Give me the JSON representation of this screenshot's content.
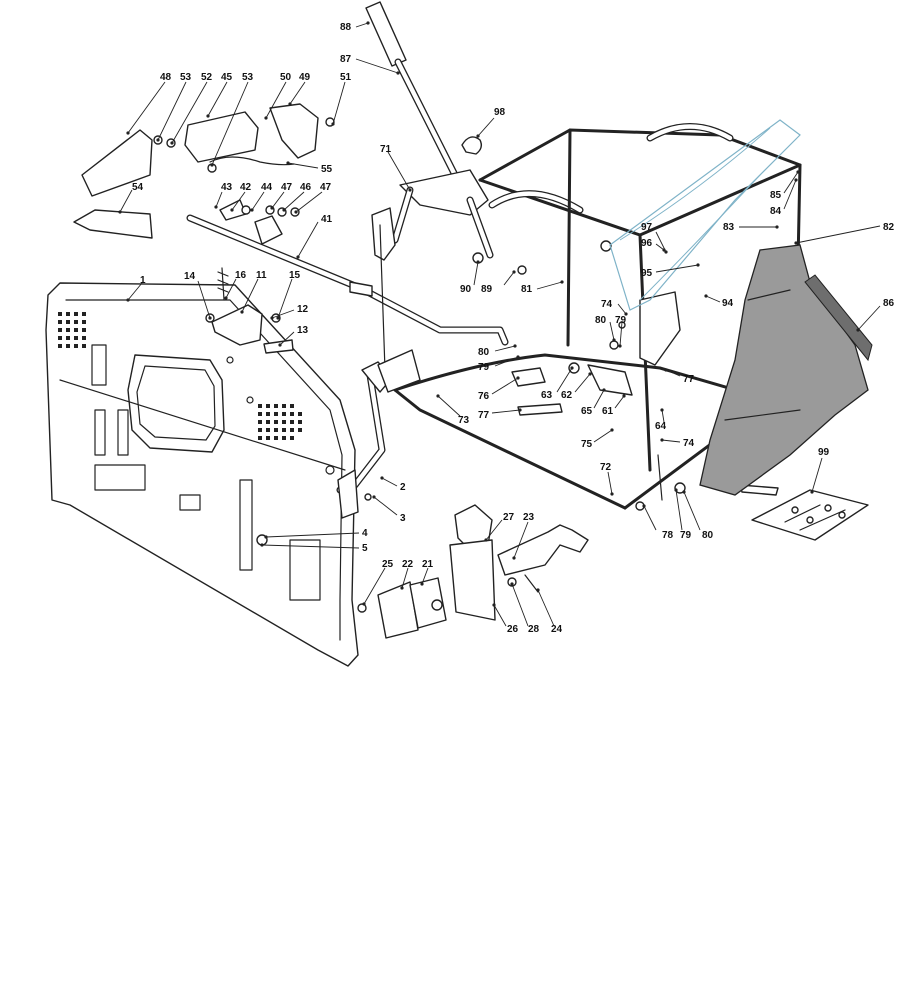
{
  "callouts": [
    {
      "n": "88"
    },
    {
      "n": "87"
    },
    {
      "n": "98"
    },
    {
      "n": "71"
    },
    {
      "n": "48"
    },
    {
      "n": "53"
    },
    {
      "n": "52"
    },
    {
      "n": "45"
    },
    {
      "n": "53"
    },
    {
      "n": "50"
    },
    {
      "n": "49"
    },
    {
      "n": "51"
    },
    {
      "n": "55"
    },
    {
      "n": "43"
    },
    {
      "n": "42"
    },
    {
      "n": "44"
    },
    {
      "n": "47"
    },
    {
      "n": "46"
    },
    {
      "n": "47"
    },
    {
      "n": "54"
    },
    {
      "n": "41"
    },
    {
      "n": "1"
    },
    {
      "n": "14"
    },
    {
      "n": "16"
    },
    {
      "n": "11"
    },
    {
      "n": "15"
    },
    {
      "n": "12"
    },
    {
      "n": "13"
    },
    {
      "n": "90"
    },
    {
      "n": "89"
    },
    {
      "n": "81"
    },
    {
      "n": "85"
    },
    {
      "n": "84"
    },
    {
      "n": "83"
    },
    {
      "n": "82"
    },
    {
      "n": "97"
    },
    {
      "n": "96"
    },
    {
      "n": "95"
    },
    {
      "n": "94"
    },
    {
      "n": "86"
    },
    {
      "n": "74"
    },
    {
      "n": "80"
    },
    {
      "n": "79"
    },
    {
      "n": "80"
    },
    {
      "n": "79"
    },
    {
      "n": "77"
    },
    {
      "n": "76"
    },
    {
      "n": "63"
    },
    {
      "n": "62"
    },
    {
      "n": "65"
    },
    {
      "n": "61"
    },
    {
      "n": "64"
    },
    {
      "n": "73"
    },
    {
      "n": "77"
    },
    {
      "n": "75"
    },
    {
      "n": "74"
    },
    {
      "n": "72"
    },
    {
      "n": "2"
    },
    {
      "n": "3"
    },
    {
      "n": "4"
    },
    {
      "n": "5"
    },
    {
      "n": "27"
    },
    {
      "n": "23"
    },
    {
      "n": "25"
    },
    {
      "n": "22"
    },
    {
      "n": "21"
    },
    {
      "n": "26"
    },
    {
      "n": "28"
    },
    {
      "n": "24"
    },
    {
      "n": "78"
    },
    {
      "n": "79"
    },
    {
      "n": "80"
    },
    {
      "n": "99"
    }
  ],
  "colors": {
    "line": "#222222",
    "bag": "#9a9a9a",
    "bag_shadow": "#6e6e6e",
    "bag_frame_overlay": "#7fb3c8",
    "background": "#ffffff"
  }
}
